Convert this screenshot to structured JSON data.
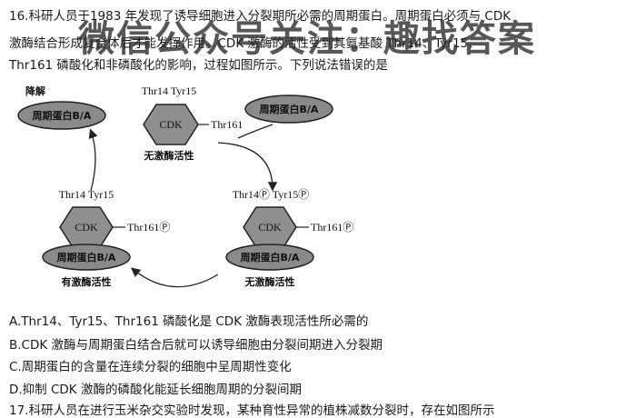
{
  "question16": {
    "line1": "16.科研人员于1983 年发现了诱导细胞进入分裂期所必需的周期蛋白。周期蛋白必须与 CDK",
    "line2": "激酶结合形成复合体后才能发挥作用。CDK 激酶的活性受到其氨基酸 Thr14、Tyr15、",
    "line3": "Thr161 磷酸化和非磷酸化的影响，过程如图所示。下列说法错误的是"
  },
  "watermark": "微信公众号关注：趣找答案",
  "diagram": {
    "degrade_label": "降解",
    "cyclin": "周期蛋白B/A",
    "cdk": "CDK",
    "thr14_tyr15": "Thr14 Tyr15",
    "thr161": "Thr161",
    "thr14p_tyr15p": "Thr14Ⓟ Tyr15Ⓟ",
    "thr161p": "Thr161Ⓟ",
    "inactive": "无激酶活性",
    "active": "有激酶活性"
  },
  "options": {
    "a": "A.Thr14、Tyr15、Thr161 磷酸化是 CDK 激酶表现活性所必需的",
    "b": "B.CDK 激酶与周期蛋白结合后就可以诱导细胞由分裂间期进入分裂期",
    "c": "C.周期蛋白的含量在连续分裂的细胞中呈周期性变化",
    "d": "D.抑制 CDK 激酶的磷酸化能延长细胞周期的分裂间期"
  },
  "question17": {
    "line1": "17.科研人员在进行玉米杂交实验时发现，某种育性异常的植株减数分裂时，存在如图所示"
  }
}
